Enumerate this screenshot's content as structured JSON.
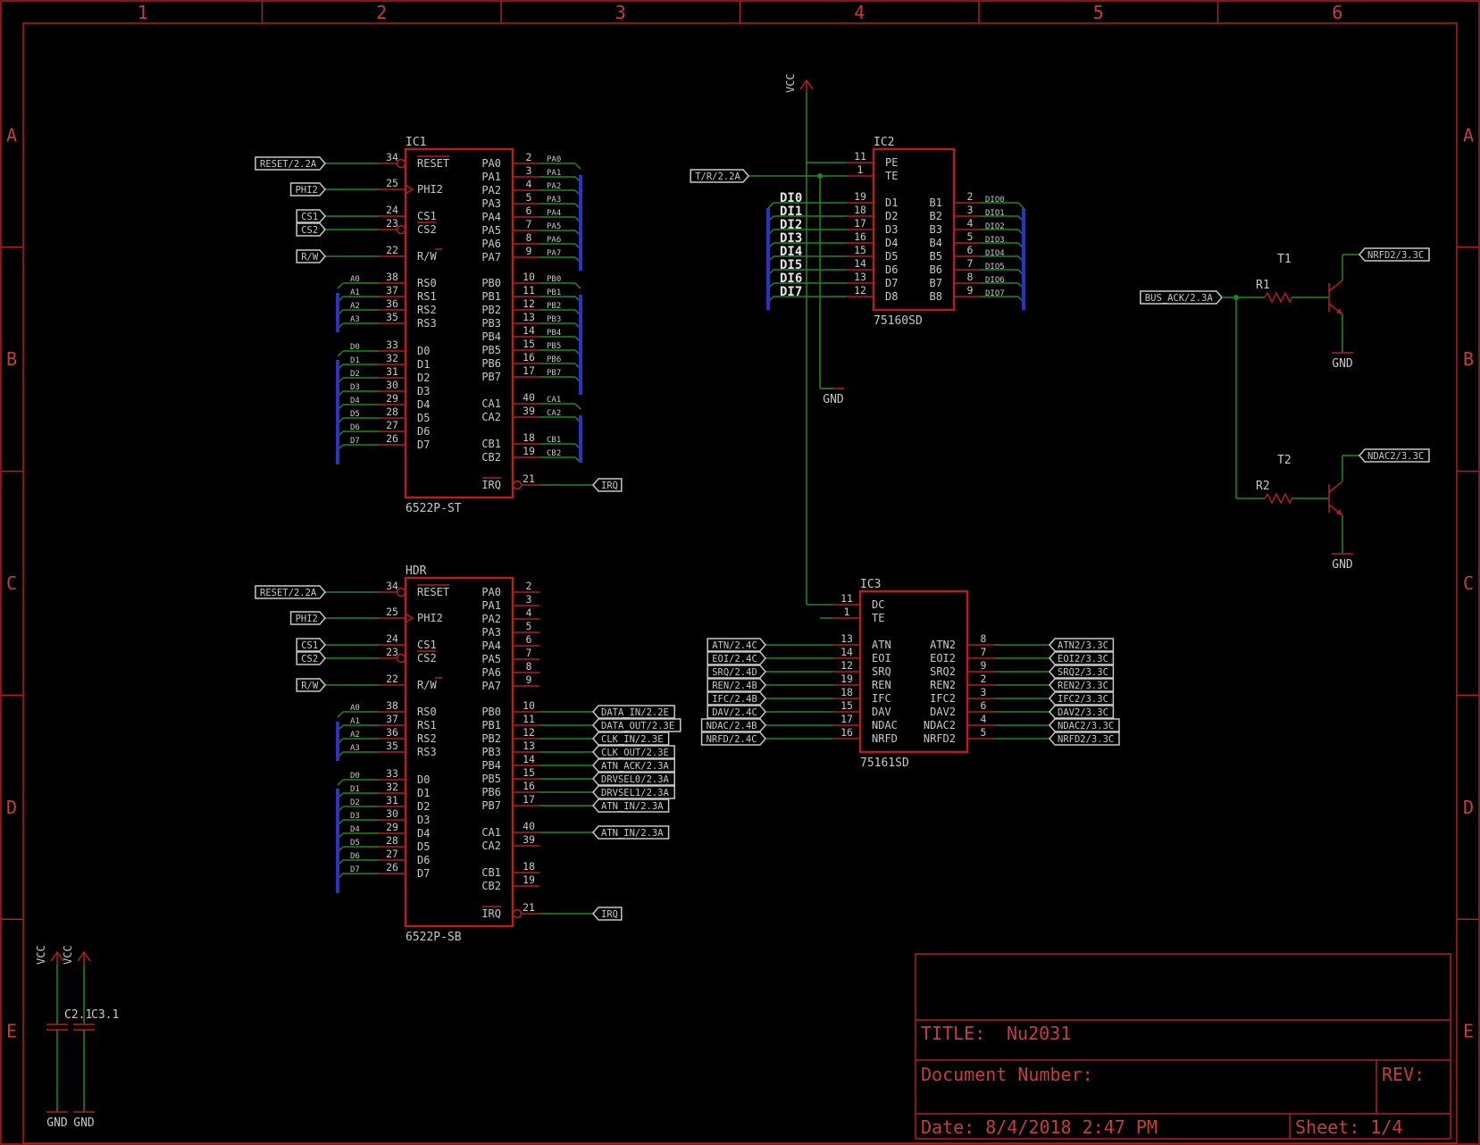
{
  "frame": {
    "columns": [
      "1",
      "2",
      "3",
      "4",
      "5",
      "6"
    ],
    "rows": [
      "A",
      "B",
      "C",
      "D",
      "E"
    ]
  },
  "title_block": {
    "title_label": "TITLE:",
    "title_value": "Nu2031",
    "doc_number_label": "Document Number:",
    "rev_label": "REV:",
    "date_text": "Date: 8/4/2018 2:47 PM",
    "sheet_text": "Sheet: 1/4"
  },
  "colors": {
    "frame": "#b41e1e",
    "wire": "#1e8a1e",
    "bus": "#2a33c8",
    "label": "#c8c8c8",
    "background": "#000000"
  },
  "ic1": {
    "name": "IC1",
    "value": "6522P-ST",
    "left_pins": [
      {
        "num": "34",
        "name": "RESET",
        "net": "RESET/2.2A",
        "type": "label"
      },
      {
        "num": "25",
        "name": "PHI2",
        "net": "PHI2",
        "type": "label"
      },
      {
        "num": "24",
        "name": "CS1",
        "net": "CS1",
        "type": "label"
      },
      {
        "num": "23",
        "name": "CS2",
        "net": "CS2",
        "type": "label"
      },
      {
        "num": "22",
        "name": "R/W",
        "net": "R/W",
        "type": "label"
      },
      {
        "num": "38",
        "name": "RS0",
        "net": "A0",
        "type": "bus"
      },
      {
        "num": "37",
        "name": "RS1",
        "net": "A1",
        "type": "bus"
      },
      {
        "num": "36",
        "name": "RS2",
        "net": "A2",
        "type": "bus"
      },
      {
        "num": "35",
        "name": "RS3",
        "net": "A3",
        "type": "bus"
      },
      {
        "num": "33",
        "name": "D0",
        "net": "D0",
        "type": "bus"
      },
      {
        "num": "32",
        "name": "D1",
        "net": "D1",
        "type": "bus"
      },
      {
        "num": "31",
        "name": "D2",
        "net": "D2",
        "type": "bus"
      },
      {
        "num": "30",
        "name": "D3",
        "net": "D3",
        "type": "bus"
      },
      {
        "num": "29",
        "name": "D4",
        "net": "D4",
        "type": "bus"
      },
      {
        "num": "28",
        "name": "D5",
        "net": "D5",
        "type": "bus"
      },
      {
        "num": "27",
        "name": "D6",
        "net": "D6",
        "type": "bus"
      },
      {
        "num": "26",
        "name": "D7",
        "net": "D7",
        "type": "bus"
      }
    ],
    "right_pins": [
      {
        "num": "2",
        "name": "PA0",
        "net": "PA0",
        "type": "bus"
      },
      {
        "num": "3",
        "name": "PA1",
        "net": "PA1",
        "type": "bus"
      },
      {
        "num": "4",
        "name": "PA2",
        "net": "PA2",
        "type": "bus"
      },
      {
        "num": "5",
        "name": "PA3",
        "net": "PA3",
        "type": "bus"
      },
      {
        "num": "6",
        "name": "PA4",
        "net": "PA4",
        "type": "bus"
      },
      {
        "num": "7",
        "name": "PA5",
        "net": "PA5",
        "type": "bus"
      },
      {
        "num": "8",
        "name": "PA6",
        "net": "PA6",
        "type": "bus"
      },
      {
        "num": "9",
        "name": "PA7",
        "net": "PA7",
        "type": "bus"
      },
      {
        "num": "10",
        "name": "PB0",
        "net": "PB0",
        "type": "bus"
      },
      {
        "num": "11",
        "name": "PB1",
        "net": "PB1",
        "type": "bus"
      },
      {
        "num": "12",
        "name": "PB2",
        "net": "PB2",
        "type": "bus"
      },
      {
        "num": "13",
        "name": "PB3",
        "net": "PB3",
        "type": "bus"
      },
      {
        "num": "14",
        "name": "PB4",
        "net": "PB4",
        "type": "bus"
      },
      {
        "num": "15",
        "name": "PB5",
        "net": "PB5",
        "type": "bus"
      },
      {
        "num": "16",
        "name": "PB6",
        "net": "PB6",
        "type": "bus"
      },
      {
        "num": "17",
        "name": "PB7",
        "net": "PB7",
        "type": "bus"
      },
      {
        "num": "40",
        "name": "CA1",
        "net": "CA1",
        "type": "bus"
      },
      {
        "num": "39",
        "name": "CA2",
        "net": "CA2",
        "type": "bus"
      },
      {
        "num": "18",
        "name": "CB1",
        "net": "CB1",
        "type": "bus"
      },
      {
        "num": "19",
        "name": "CB2",
        "net": "CB2",
        "type": "bus"
      },
      {
        "num": "21",
        "name": "IRQ",
        "net": "IRQ",
        "type": "label"
      }
    ]
  },
  "hdr": {
    "name": "HDR",
    "value": "6522P-SB",
    "left_pins": [
      {
        "num": "34",
        "name": "RESET",
        "net": "RESET/2.2A",
        "type": "label"
      },
      {
        "num": "25",
        "name": "PHI2",
        "net": "PHI2",
        "type": "label"
      },
      {
        "num": "24",
        "name": "CS1",
        "net": "CS1",
        "type": "label"
      },
      {
        "num": "23",
        "name": "CS2",
        "net": "CS2",
        "type": "label"
      },
      {
        "num": "22",
        "name": "R/W",
        "net": "R/W",
        "type": "label"
      },
      {
        "num": "38",
        "name": "RS0",
        "net": "A0",
        "type": "bus"
      },
      {
        "num": "37",
        "name": "RS1",
        "net": "A1",
        "type": "bus"
      },
      {
        "num": "36",
        "name": "RS2",
        "net": "A2",
        "type": "bus"
      },
      {
        "num": "35",
        "name": "RS3",
        "net": "A3",
        "type": "bus"
      },
      {
        "num": "33",
        "name": "D0",
        "net": "D0",
        "type": "bus"
      },
      {
        "num": "32",
        "name": "D1",
        "net": "D1",
        "type": "bus"
      },
      {
        "num": "31",
        "name": "D2",
        "net": "D2",
        "type": "bus"
      },
      {
        "num": "30",
        "name": "D3",
        "net": "D3",
        "type": "bus"
      },
      {
        "num": "29",
        "name": "D4",
        "net": "D4",
        "type": "bus"
      },
      {
        "num": "28",
        "name": "D5",
        "net": "D5",
        "type": "bus"
      },
      {
        "num": "27",
        "name": "D6",
        "net": "D6",
        "type": "bus"
      },
      {
        "num": "26",
        "name": "D7",
        "net": "D7",
        "type": "bus"
      }
    ],
    "right_pins": [
      {
        "num": "2",
        "name": "PA0",
        "net": "",
        "type": "none"
      },
      {
        "num": "3",
        "name": "PA1",
        "net": "",
        "type": "none"
      },
      {
        "num": "4",
        "name": "PA2",
        "net": "",
        "type": "none"
      },
      {
        "num": "5",
        "name": "PA3",
        "net": "",
        "type": "none"
      },
      {
        "num": "6",
        "name": "PA4",
        "net": "",
        "type": "none"
      },
      {
        "num": "7",
        "name": "PA5",
        "net": "",
        "type": "none"
      },
      {
        "num": "8",
        "name": "PA6",
        "net": "",
        "type": "none"
      },
      {
        "num": "9",
        "name": "PA7",
        "net": "",
        "type": "none"
      },
      {
        "num": "10",
        "name": "PB0",
        "net": "DATA_IN/2.2E",
        "type": "label"
      },
      {
        "num": "11",
        "name": "PB1",
        "net": "DATA_OUT/2.3E",
        "type": "label"
      },
      {
        "num": "12",
        "name": "PB2",
        "net": "CLK_IN/2.3E",
        "type": "label"
      },
      {
        "num": "13",
        "name": "PB3",
        "net": "CLK_OUT/2.3E",
        "type": "label"
      },
      {
        "num": "14",
        "name": "PB4",
        "net": "ATN_ACK/2.3A",
        "type": "label"
      },
      {
        "num": "15",
        "name": "PB5",
        "net": "DRVSEL0/2.3A",
        "type": "label"
      },
      {
        "num": "16",
        "name": "PB6",
        "net": "DRVSEL1/2.3A",
        "type": "label"
      },
      {
        "num": "17",
        "name": "PB7",
        "net": "ATN_IN/2.3A",
        "type": "label"
      },
      {
        "num": "40",
        "name": "CA1",
        "net": "ATN_IN/2.3A",
        "type": "label"
      },
      {
        "num": "39",
        "name": "CA2",
        "net": "",
        "type": "none"
      },
      {
        "num": "18",
        "name": "CB1",
        "net": "",
        "type": "none"
      },
      {
        "num": "19",
        "name": "CB2",
        "net": "",
        "type": "none"
      },
      {
        "num": "21",
        "name": "IRQ",
        "net": "IRQ",
        "type": "label"
      }
    ]
  },
  "ic2": {
    "name": "IC2",
    "value": "75160SD",
    "top_pins": [
      {
        "num": "11",
        "name": "PE"
      },
      {
        "num": "1",
        "name": "TE"
      }
    ],
    "te_label": "T/R/2.2A",
    "left_pins": [
      {
        "num": "19",
        "name": "D1",
        "net": "DI0"
      },
      {
        "num": "18",
        "name": "D2",
        "net": "DI1"
      },
      {
        "num": "17",
        "name": "D3",
        "net": "DI2"
      },
      {
        "num": "16",
        "name": "D4",
        "net": "DI3"
      },
      {
        "num": "15",
        "name": "D5",
        "net": "DI4"
      },
      {
        "num": "14",
        "name": "D6",
        "net": "DI5"
      },
      {
        "num": "13",
        "name": "D7",
        "net": "DI6"
      },
      {
        "num": "12",
        "name": "D8",
        "net": "DI7"
      }
    ],
    "right_pins": [
      {
        "num": "2",
        "name": "B1",
        "net": "DIO0"
      },
      {
        "num": "3",
        "name": "B2",
        "net": "DIO1"
      },
      {
        "num": "4",
        "name": "B3",
        "net": "DIO2"
      },
      {
        "num": "5",
        "name": "B4",
        "net": "DIO3"
      },
      {
        "num": "6",
        "name": "B5",
        "net": "DIO4"
      },
      {
        "num": "7",
        "name": "B6",
        "net": "DIO5"
      },
      {
        "num": "8",
        "name": "B7",
        "net": "DIO6"
      },
      {
        "num": "9",
        "name": "B8",
        "net": "DIO7"
      }
    ]
  },
  "ic3": {
    "name": "IC3",
    "value": "75161SD",
    "top_pins": [
      {
        "num": "11",
        "name": "DC"
      },
      {
        "num": "1",
        "name": "TE"
      }
    ],
    "rows": [
      {
        "lnum": "13",
        "lname": "ATN",
        "lnet": "ATN/2.4C",
        "rnum": "8",
        "rname": "ATN2",
        "rnet": "ATN2/3.3C"
      },
      {
        "lnum": "14",
        "lname": "EOI",
        "lnet": "EOI/2.4C",
        "rnum": "7",
        "rname": "EOI2",
        "rnet": "EOI2/3.3C"
      },
      {
        "lnum": "12",
        "lname": "SRQ",
        "lnet": "SRQ/2.4D",
        "rnum": "9",
        "rname": "SRQ2",
        "rnet": "SRQ2/3.3C"
      },
      {
        "lnum": "19",
        "lname": "REN",
        "lnet": "REN/2.4B",
        "rnum": "2",
        "rname": "REN2",
        "rnet": "REN2/3.3C"
      },
      {
        "lnum": "18",
        "lname": "IFC",
        "lnet": "IFC/2.4B",
        "rnum": "3",
        "rname": "IFC2",
        "rnet": "IFC2/3.3C"
      },
      {
        "lnum": "15",
        "lname": "DAV",
        "lnet": "DAV/2.4C",
        "rnum": "6",
        "rname": "DAV2",
        "rnet": "DAV2/3.3C"
      },
      {
        "lnum": "17",
        "lname": "NDAC",
        "lnet": "NDAC/2.4B",
        "rnum": "4",
        "rname": "NDAC2",
        "rnet": "NDAC2/3.3C"
      },
      {
        "lnum": "16",
        "lname": "NRFD",
        "lnet": "NRFD/2.4C",
        "rnum": "5",
        "rname": "NRFD2",
        "rnet": "NRFD2/3.3C"
      }
    ]
  },
  "power": {
    "vcc": "VCC",
    "gnd": "GND"
  },
  "transistors": {
    "bus_ack": "BUS_ACK/2.3A",
    "t1": {
      "name": "T1",
      "res": "R1",
      "net": "NRFD2/3.3C"
    },
    "t2": {
      "name": "T2",
      "res": "R2",
      "net": "NDAC2/3.3C"
    }
  },
  "caps": {
    "c1": "C2.1",
    "c2": "C3.1"
  }
}
